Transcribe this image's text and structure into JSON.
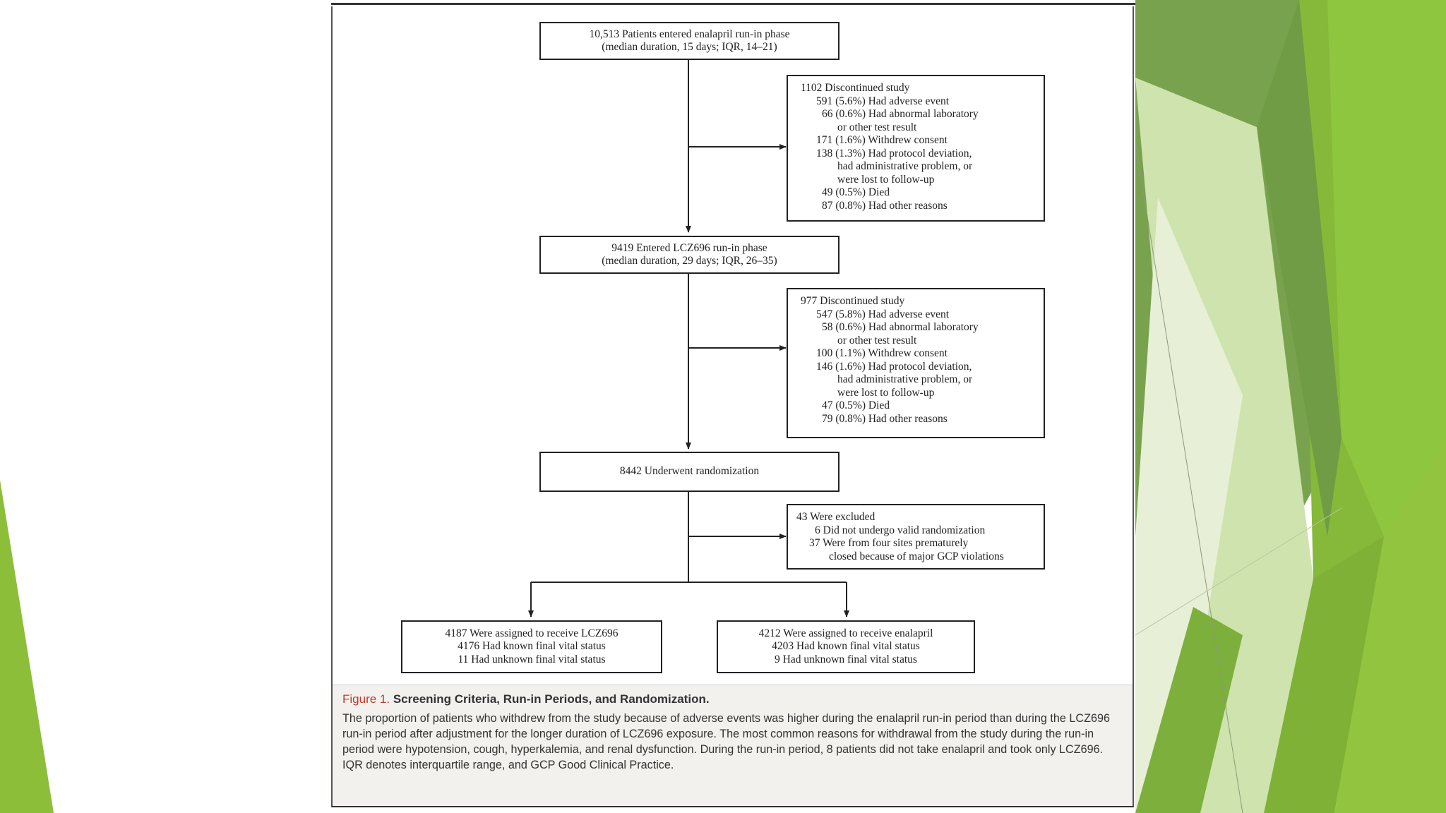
{
  "colors": {
    "accent_green": "#8cbe3a",
    "dark_green": "#5f8d34",
    "caption_label": "#c0392b"
  },
  "flowchart": {
    "enalapril_runin": {
      "line1": "10,513 Patients entered enalapril run-in phase",
      "line2": "(median duration, 15 days; IQR, 14–21)"
    },
    "discontinued_1": {
      "header": "1102 Discontinued study",
      "lines": [
        "591 (5.6%) Had adverse event",
        "66 (0.6%) Had abnormal laboratory",
        "or other test result",
        "171 (1.6%) Withdrew consent",
        "138 (1.3%) Had protocol deviation,",
        "had administrative problem, or",
        "were lost to follow-up",
        "49 (0.5%) Died",
        "87 (0.8%) Had other reasons"
      ]
    },
    "lcz_runin": {
      "line1": "9419 Entered LCZ696 run-in phase",
      "line2": "(median duration, 29 days; IQR, 26–35)"
    },
    "discontinued_2": {
      "header": "977 Discontinued study",
      "lines": [
        "547 (5.8%) Had adverse event",
        "58 (0.6%) Had abnormal laboratory",
        "or other test result",
        "100 (1.1%) Withdrew consent",
        "146 (1.6%) Had protocol deviation,",
        "had administrative problem, or",
        "were lost to follow-up",
        "47 (0.5%) Died",
        "79 (0.8%) Had other reasons"
      ]
    },
    "randomization": "8442 Underwent randomization",
    "excluded": {
      "header": "43 Were excluded",
      "lines": [
        "6 Did not undergo valid randomization",
        "37 Were from four sites prematurely",
        "closed because of major GCP violations"
      ]
    },
    "arm_lcz": {
      "line1": "4187 Were assigned to receive LCZ696",
      "line2": "4176 Had known final vital status",
      "line3": "11 Had unknown final vital status"
    },
    "arm_enalapril": {
      "line1": "4212 Were assigned to receive enalapril",
      "line2": "4203 Had known final vital status",
      "line3": "9 Had unknown final vital status"
    }
  },
  "caption": {
    "figure_label": "Figure 1.",
    "title": "Screening Criteria, Run-in Periods, and Randomization.",
    "body": "The proportion of patients who withdrew from the study because of adverse events was higher during the enalapril run-in period than during the LCZ696 run-in period after adjustment for the longer duration of LCZ696 exposure. The most common reasons for withdrawal from the study during the run-in period were hypotension, cough, hyperkalemia, and renal dysfunction. During the run-in period, 8 patients did not take enalapril and took only LCZ696. IQR denotes interquartile range, and GCP Good Clinical Practice."
  }
}
